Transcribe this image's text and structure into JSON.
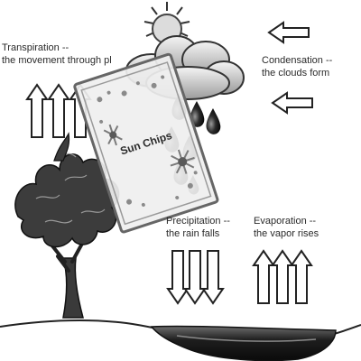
{
  "labels": {
    "transpiration": {
      "line1": "Transpiration --",
      "line2": "the movement through pl"
    },
    "condensation": {
      "line1": "Condensation --",
      "line2": "the clouds form"
    },
    "precipitation": {
      "line1": "Precipitation --",
      "line2": "the rain falls"
    },
    "evaporation": {
      "line1": "Evaporation --",
      "line2": "the vapor rises"
    }
  },
  "packet": {
    "text": "Sun Chips"
  },
  "icons": {
    "sun": "sun-icon",
    "cloud": "cloud-icon",
    "tree": "tree-icon",
    "water": "water-pool-icon",
    "packet": "snack-packet-icon"
  }
}
